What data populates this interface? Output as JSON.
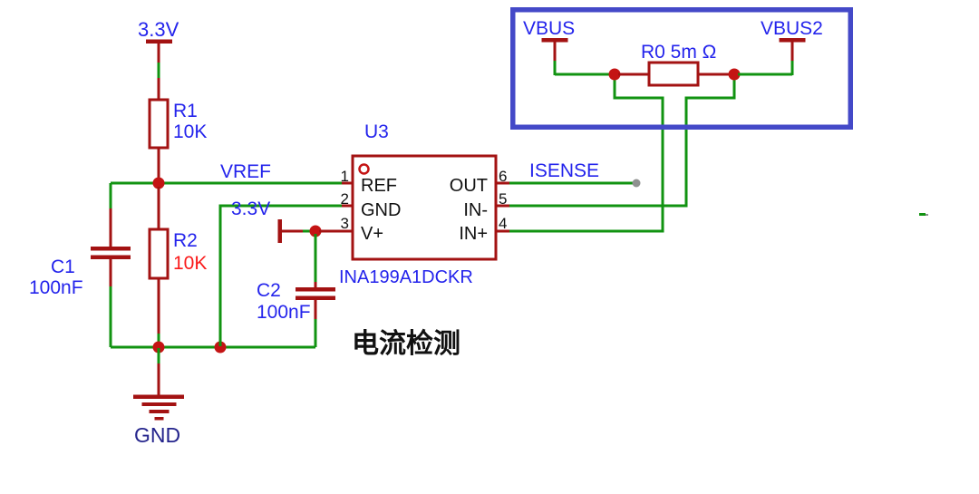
{
  "title": {
    "text": "电流检测"
  },
  "nets": {
    "vcc_top": "3.3V",
    "vref": "VREF",
    "gnd": "GND",
    "vcc_u3": "3.3V",
    "isense": "ISENSE",
    "vbus": "VBUS",
    "vbus2": "VBUS2"
  },
  "components": {
    "r1": {
      "ref": "R1",
      "value": "10K"
    },
    "r2": {
      "ref": "R2",
      "value": "10K"
    },
    "r0": {
      "label": "R0 5m Ω"
    },
    "c1": {
      "ref": "C1",
      "value": "100nF"
    },
    "c2": {
      "ref": "C2",
      "value": "100nF"
    },
    "u3": {
      "ref": "U3",
      "part": "INA199A1DCKR",
      "pins_left": [
        {
          "num": "1",
          "name": "REF"
        },
        {
          "num": "2",
          "name": "GND"
        },
        {
          "num": "3",
          "name": "V+"
        }
      ],
      "pins_right": [
        {
          "num": "6",
          "name": "OUT"
        },
        {
          "num": "5",
          "name": "IN-"
        },
        {
          "num": "4",
          "name": "IN+"
        }
      ]
    }
  },
  "colors": {
    "wire_green": "#119311",
    "wire_red": "#a31212",
    "junction": "#c41414",
    "label_blue": "#2424ec",
    "value_red": "#fa1a1a",
    "gnd_navy": "#24248c",
    "box_blue": "#4449c8",
    "text_black": "#111111",
    "open_end_gray": "#8f9190"
  }
}
